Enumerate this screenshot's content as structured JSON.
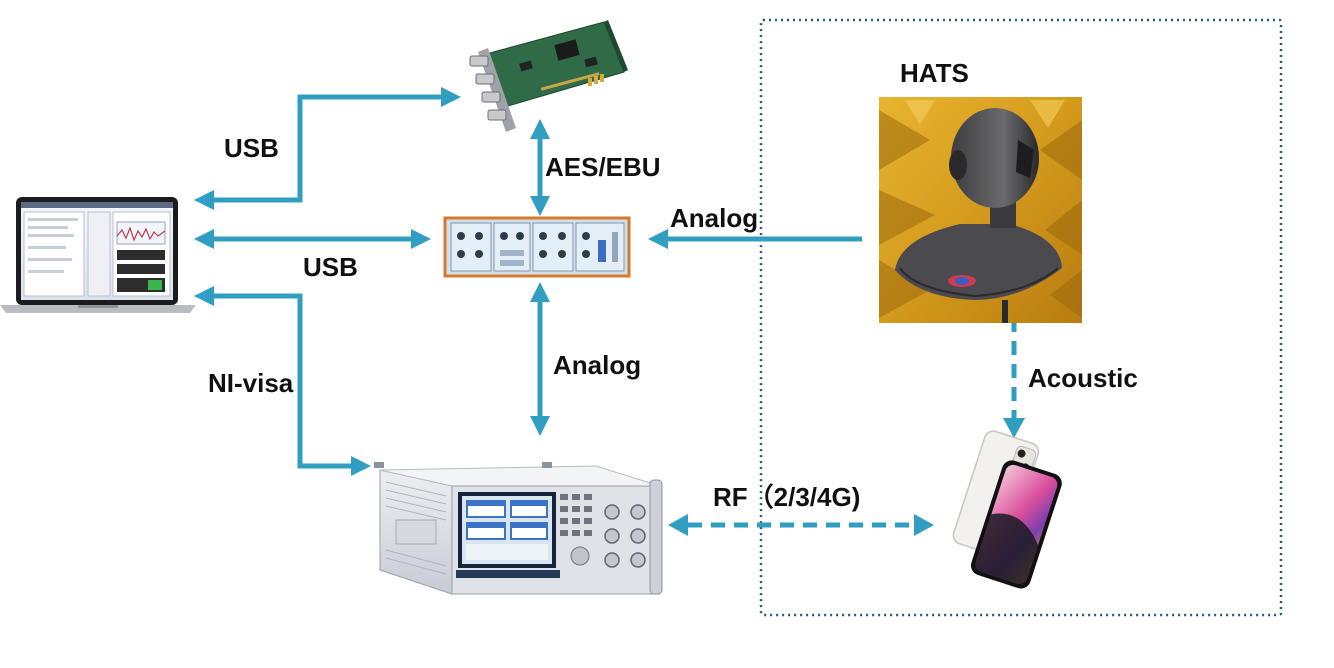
{
  "labels": {
    "usb_top": "USB",
    "usb_mid": "USB",
    "aes_ebu": "AES/EBU",
    "analog_right": "Analog",
    "analog_mid": "Analog",
    "ni_visa": "NI-visa",
    "hats": "HATS",
    "acoustic": "Acoustic",
    "rf": "RF（2/3/4G)"
  },
  "colors": {
    "arrow": "#2f9ec0",
    "boundary": "#1f5f73"
  },
  "devices": [
    {
      "name": "laptop",
      "icon": "laptop-icon"
    },
    {
      "name": "audio-interface-card",
      "icon": "pcie-card-icon"
    },
    {
      "name": "audio-analyzer",
      "icon": "audio-analyzer-icon"
    },
    {
      "name": "radio-communication-tester",
      "icon": "rf-tester-icon"
    },
    {
      "name": "head-and-torso-simulator",
      "icon": "hats-icon"
    },
    {
      "name": "smartphone",
      "icon": "smartphone-icon"
    }
  ]
}
